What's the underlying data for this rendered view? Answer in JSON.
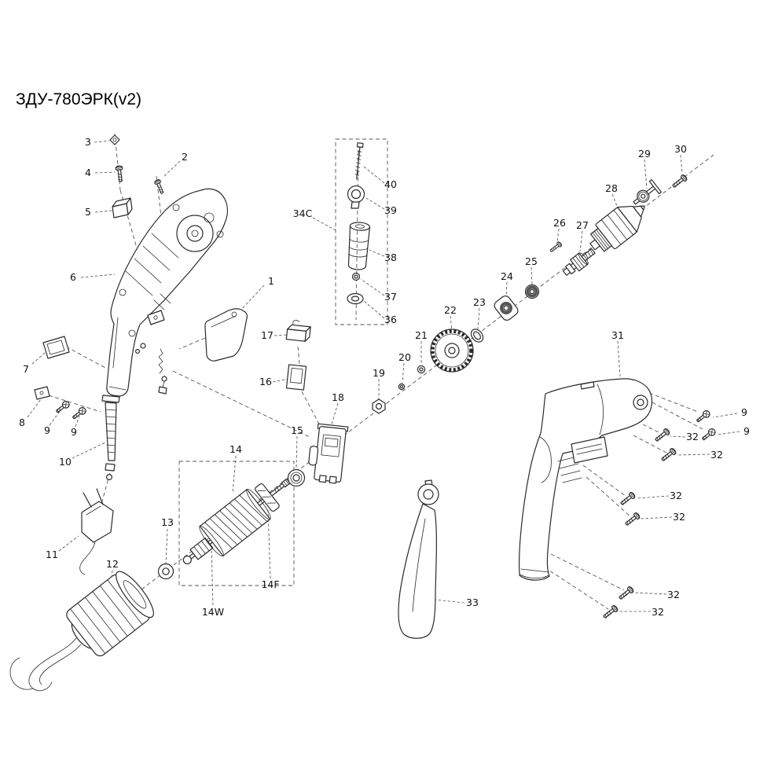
{
  "title": "ЗДУ-780ЭРК(v2)",
  "part_labels": [
    "3",
    "4",
    "2",
    "5",
    "6",
    "1",
    "34C",
    "40",
    "39",
    "38",
    "37",
    "36",
    "17",
    "16",
    "7",
    "8",
    "9",
    "9",
    "10",
    "18",
    "19",
    "20",
    "21",
    "22",
    "23",
    "24",
    "25",
    "26",
    "27",
    "28",
    "29",
    "30",
    "31",
    "9",
    "9",
    "32",
    "32",
    "32",
    "32",
    "32",
    "32",
    "11",
    "12",
    "13",
    "14",
    "15",
    "14F",
    "14W",
    "33"
  ]
}
